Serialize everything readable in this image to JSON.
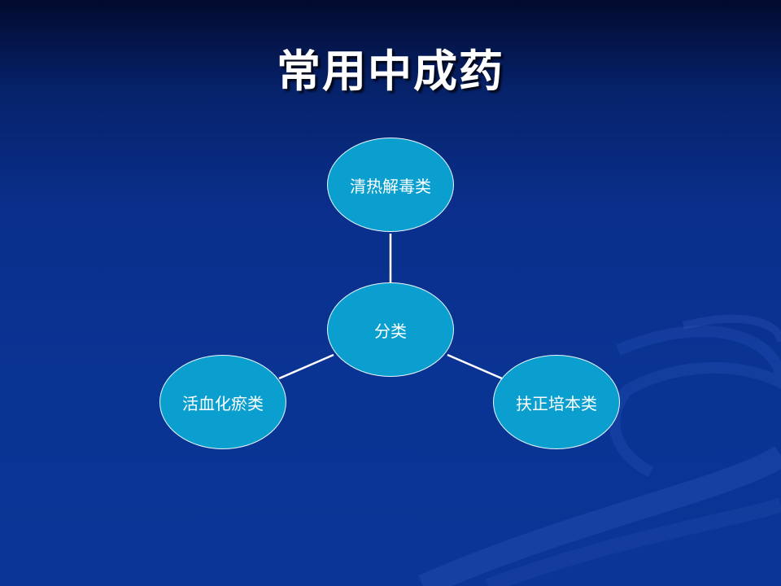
{
  "title": "常用中成药",
  "diagram": {
    "center": "分类",
    "branches": [
      "清热解毒类",
      "活血化瘀类",
      "扶正培本类"
    ]
  },
  "colors": {
    "node_fill": "#0b9fcf",
    "node_border": "#e8f6ff",
    "connector": "#ffffff",
    "title": "#ffffff"
  }
}
